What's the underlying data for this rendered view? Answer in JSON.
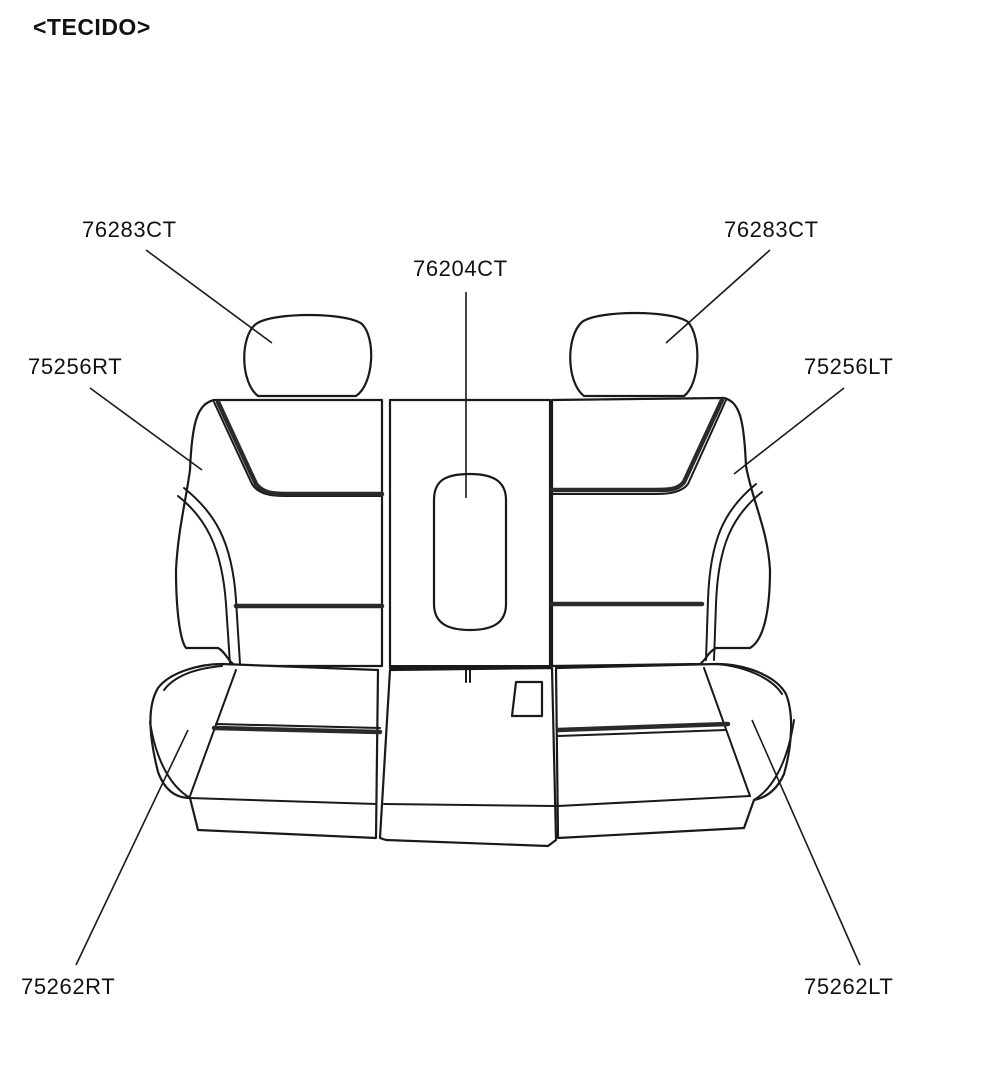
{
  "title": "<TECIDO>",
  "parts": {
    "headrest_left": "76283CT",
    "headrest_right": "76283CT",
    "center_back": "76204CT",
    "back_right_side": "75256RT",
    "back_left_side": "75256LT",
    "cushion_right_side": "75262RT",
    "cushion_left_side": "75262LT"
  }
}
